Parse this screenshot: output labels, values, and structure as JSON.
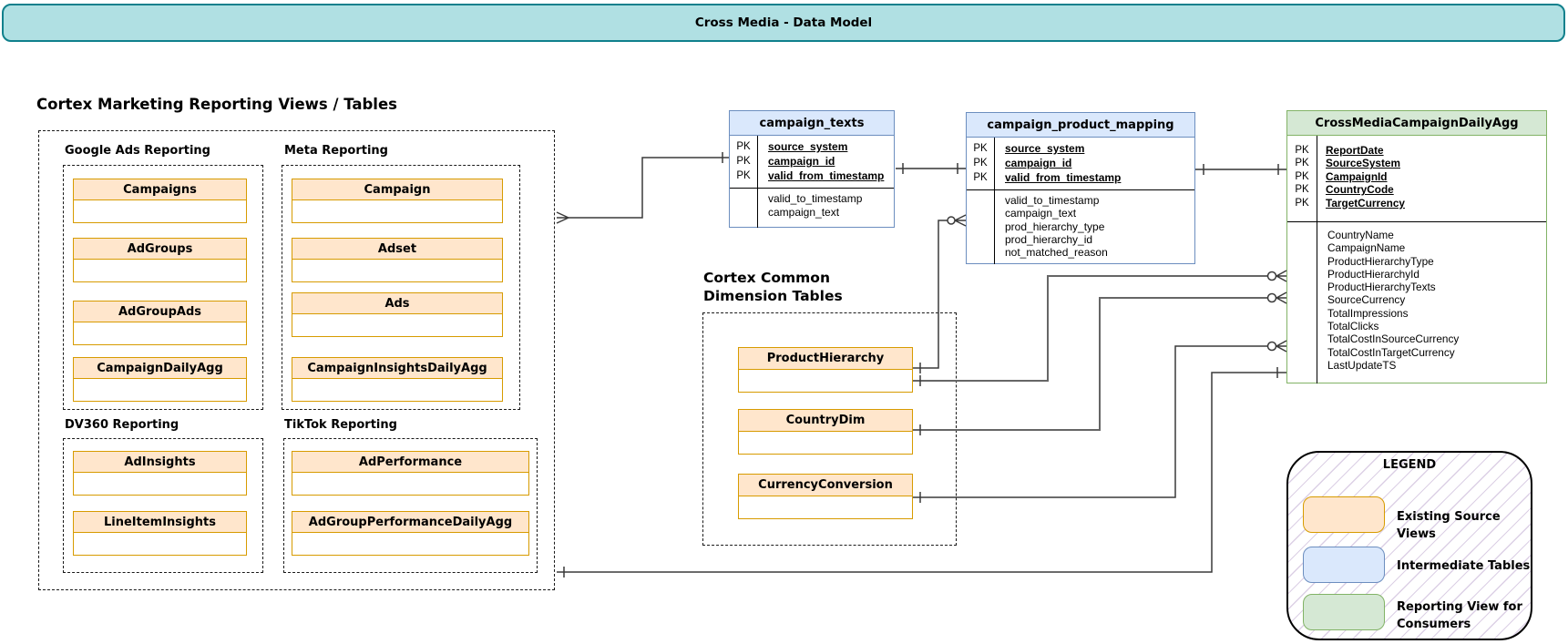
{
  "banner": {
    "title": "Cross Media - Data Model"
  },
  "labels": {
    "pk": "PK"
  },
  "colors": {
    "banner_fill": "#b0e0e3",
    "banner_stroke": "#10808c",
    "source_view_fill": "#ffe6cc",
    "source_view_stroke": "#d79b00",
    "intermediate_fill": "#dae8fc",
    "intermediate_stroke": "#6c8ebf",
    "reporting_fill": "#d5e8d4",
    "reporting_stroke": "#82b366",
    "legend_hatch": "#b197c6"
  },
  "marketing": {
    "title": "Cortex Marketing Reporting Views / Tables",
    "groups": [
      {
        "label": "Google Ads Reporting",
        "boxes": [
          "Campaigns",
          "AdGroups",
          "AdGroupAds",
          "CampaignDailyAgg"
        ]
      },
      {
        "label": "Meta Reporting",
        "boxes": [
          "Campaign",
          "Adset",
          "Ads",
          "CampaignInsightsDailyAgg"
        ]
      },
      {
        "label": "DV360 Reporting",
        "boxes": [
          "AdInsights",
          "LineItemInsights"
        ]
      },
      {
        "label": "TikTok Reporting",
        "boxes": [
          "AdPerformance",
          "AdGroupPerformanceDailyAgg"
        ]
      }
    ]
  },
  "dimension_section": {
    "title_line1": "Cortex Common",
    "title_line2": "Dimension Tables",
    "boxes": [
      "ProductHierarchy",
      "CountryDim",
      "CurrencyConversion"
    ]
  },
  "tables": {
    "campaign_texts": {
      "title": "campaign_texts",
      "pk": [
        "source_system",
        "campaign_id",
        "valid_from_timestamp"
      ],
      "fields": [
        "valid_to_timestamp",
        "campaign_text"
      ]
    },
    "campaign_product_mapping": {
      "title": "campaign_product_mapping",
      "pk": [
        "source_system",
        "campaign_id",
        "valid_from_timestamp"
      ],
      "fields": [
        "valid_to_timestamp",
        "campaign_text",
        "prod_hierarchy_type",
        "prod_hierarchy_id",
        "not_matched_reason"
      ]
    },
    "cross_media": {
      "title": "CrossMediaCampaignDailyAgg",
      "pk": [
        "ReportDate",
        "SourceSystem",
        "CampaignId",
        "CountryCode",
        "TargetCurrency"
      ],
      "fields": [
        "CountryName",
        "CampaignName",
        "ProductHierarchyType",
        "ProductHierarchyId",
        "ProductHierarchyTexts",
        "SourceCurrency",
        "TotalImpressions",
        "TotalClicks",
        "TotalCostInSourceCurrency",
        "TotalCostInTargetCurrency",
        "LastUpdateTS"
      ]
    }
  },
  "legend": {
    "title": "LEGEND",
    "items": [
      {
        "label": "Existing Source Views",
        "style": "orange"
      },
      {
        "label": "Intermediate Tables",
        "style": "blue"
      },
      {
        "label": "Reporting View for Consumers",
        "style": "green"
      }
    ]
  }
}
